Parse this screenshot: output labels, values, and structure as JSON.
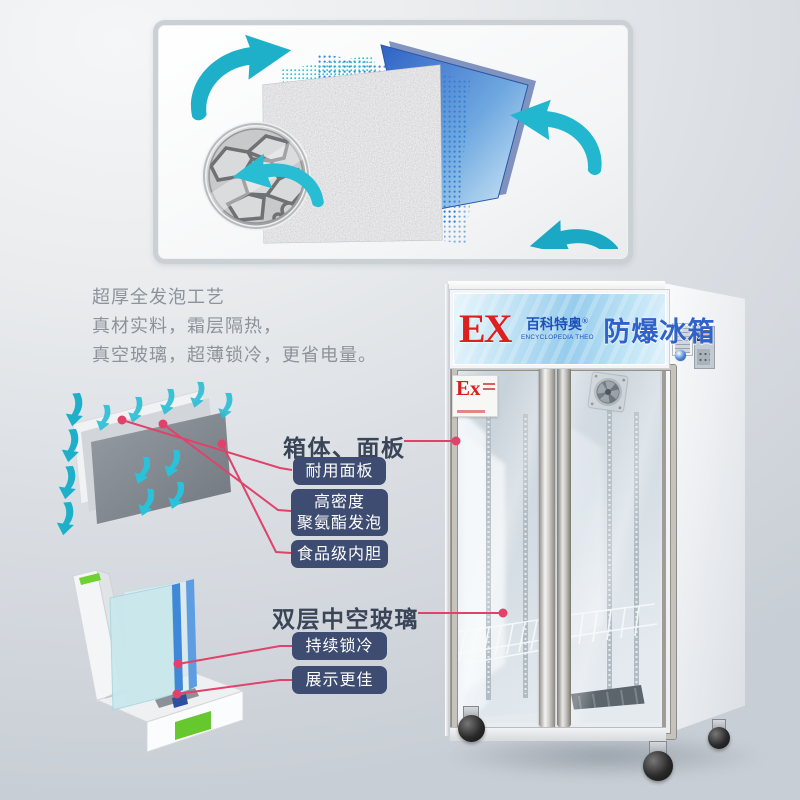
{
  "colors": {
    "accent_red": "#e0426a",
    "badge_navy": "#3d4c70",
    "title_navy": "#3a4558",
    "teal_arrow": "#23b7cf",
    "banner_blue": "#2f63c9",
    "ex_red": "#dd1f1f"
  },
  "intro": {
    "line1": "超厚全发泡工艺",
    "line2": "真材实料，霜层隔热，",
    "line3": "真空玻璃，超薄锁冷，更省电量。"
  },
  "cabinet_section": {
    "title": "箱体、面板",
    "badge_durable": "耐用面板",
    "badge_foam_line1": "高密度",
    "badge_foam_line2": "聚氨酯发泡",
    "badge_liner": "食品级内胆"
  },
  "glass_section": {
    "title": "双层中空玻璃",
    "badge_cold": "持续锁冷",
    "badge_display": "展示更佳"
  },
  "fridge": {
    "banner": {
      "ex": "EX",
      "brand_cn": "百科特奥",
      "reg_mark": "®",
      "brand_en": "ENCYCLOPEDIA THEO",
      "product": "防爆冰箱"
    },
    "door_sticker_ex": "Ex"
  }
}
